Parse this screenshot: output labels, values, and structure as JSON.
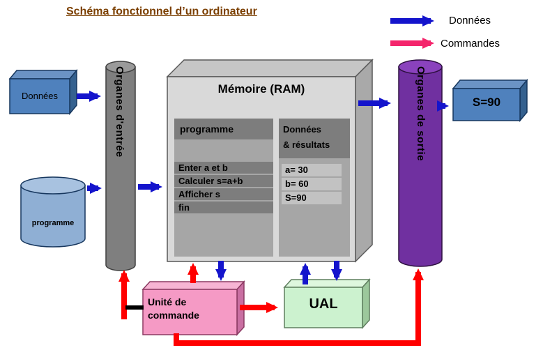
{
  "title": "Schéma fonctionnel d’un ordinateur",
  "legend": {
    "data_label": "Données",
    "command_label": "Commandes"
  },
  "inputs": {
    "data_box": "Données",
    "program_cylinder": "programme"
  },
  "organs": {
    "input": "Organes d'entrée",
    "output": "Organes de sortie"
  },
  "memory": {
    "title": "Mémoire (RAM)",
    "program_header": "programme",
    "program_rows": [
      "Enter a et b",
      "Calculer s=a+b",
      "Afficher s",
      "fin"
    ],
    "results_header_line1": "Données",
    "results_header_line2": "& résultats",
    "results_rows": [
      "a= 30",
      "b= 60",
      "S=90"
    ]
  },
  "output_box": "S=90",
  "control_unit": "Unité de commande",
  "alu": "UAL",
  "colors": {
    "data_arrow": "#1414cc",
    "command_arrow": "#ff0000",
    "legend_command_arrow": "#f4256c",
    "input_output_box": "#4f81bd",
    "input_cylinder": "#7f7f7f",
    "output_cylinder": "#7030a0",
    "memory_box": "#d9d9d9",
    "control_unit_box": "#f59ac5",
    "alu_box": "#ccf2cf",
    "title_color": "#7b3f00"
  }
}
